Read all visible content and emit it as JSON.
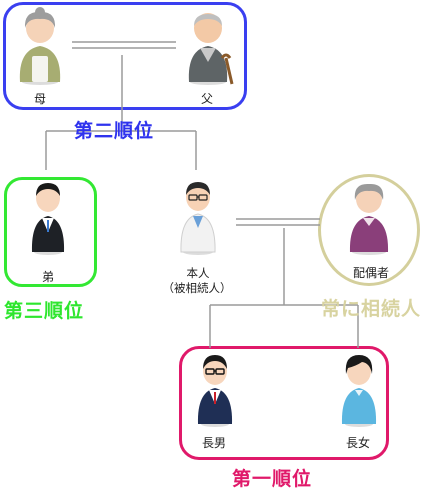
{
  "persons": {
    "mother": "母",
    "father": "父",
    "brother": "弟",
    "self": "本人",
    "self_note": "（被相続人）",
    "spouse": "配偶者",
    "son": "長男",
    "daughter": "長女"
  },
  "ranks": {
    "second": "第二順位",
    "third": "第三順位",
    "always": "常に相続人",
    "first": "第一順位"
  },
  "colors": {
    "second": "#2f33ee",
    "third": "#2ee62e",
    "always": "#d8d3a0",
    "first": "#e0196a",
    "line": "#999999"
  }
}
